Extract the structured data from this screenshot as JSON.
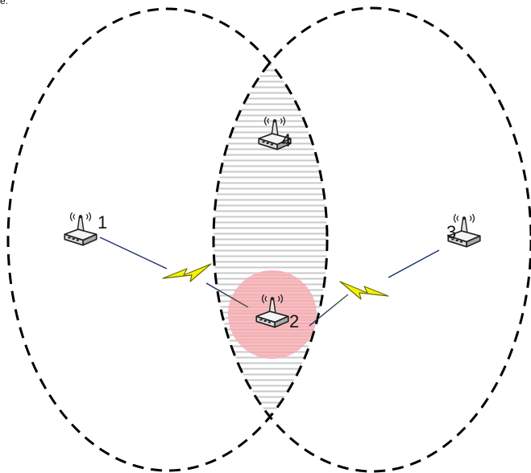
{
  "top_text": "e:",
  "colors": {
    "range_outline": "#000000",
    "overlap_hatch": "#c9c9c9",
    "highlight_fill": "#f4a3a8",
    "link_line": "#1a2f6e",
    "lightning_fill": "#f3f307",
    "lightning_edge": "#6b6b00"
  },
  "nodes": [
    {
      "id": "node-1",
      "label": "1",
      "icon": "wireless-router-icon"
    },
    {
      "id": "node-2",
      "label": "2",
      "icon": "wireless-router-icon",
      "highlighted": true
    },
    {
      "id": "node-3",
      "label": "3",
      "icon": "wireless-router-icon"
    },
    {
      "id": "node-4",
      "label": "4",
      "icon": "wireless-router-icon"
    }
  ],
  "links": [
    {
      "from": "1",
      "to": "2",
      "style": "wireless-lightning"
    },
    {
      "from": "3",
      "to": "2",
      "style": "wireless-lightning"
    }
  ],
  "regions": [
    {
      "name": "range-left",
      "style": "dashed"
    },
    {
      "name": "range-right",
      "style": "dashed"
    },
    {
      "name": "overlap-zone",
      "style": "hatched"
    }
  ]
}
